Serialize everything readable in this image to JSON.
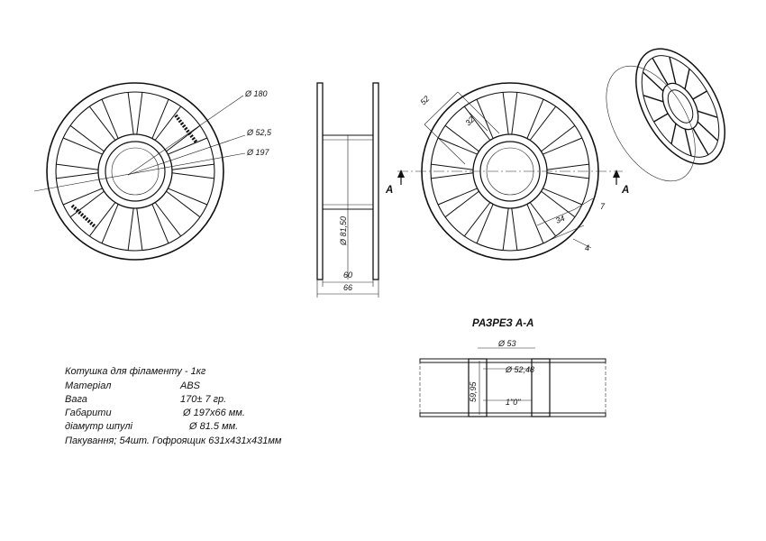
{
  "front_view": {
    "dims": {
      "d180": "Ø 180",
      "d52": "Ø 52,5",
      "d197": "Ø 197"
    }
  },
  "side_view": {
    "dims": {
      "d8150": "Ø 81,50",
      "w60": "60",
      "w66": "66"
    }
  },
  "section_view": {
    "marker": "A",
    "dims": {
      "a52": "52",
      "a32": "32",
      "a34": "34",
      "a7": "7",
      "a4": "4"
    }
  },
  "section_aa": {
    "title": "РАЗРЕЗ А-А",
    "dims": {
      "d53": "Ø 53",
      "d5248": "Ø 52,48",
      "h5995": "59,95",
      "thread": "1\"0\""
    }
  },
  "specs": {
    "title": "Котушка для філаменту - 1кг",
    "rows": [
      {
        "label": "Матеріал",
        "value": "ABS"
      },
      {
        "label": "Вага",
        "value": "170± 7 гр."
      },
      {
        "label": "Габарити",
        "value": "Ø 197х66 мм."
      },
      {
        "label": "діамутр шпулі",
        "value": "Ø 81.5 мм."
      }
    ],
    "packing": "Пакування; 54шт. Гофроящик 631х431х431мм"
  }
}
